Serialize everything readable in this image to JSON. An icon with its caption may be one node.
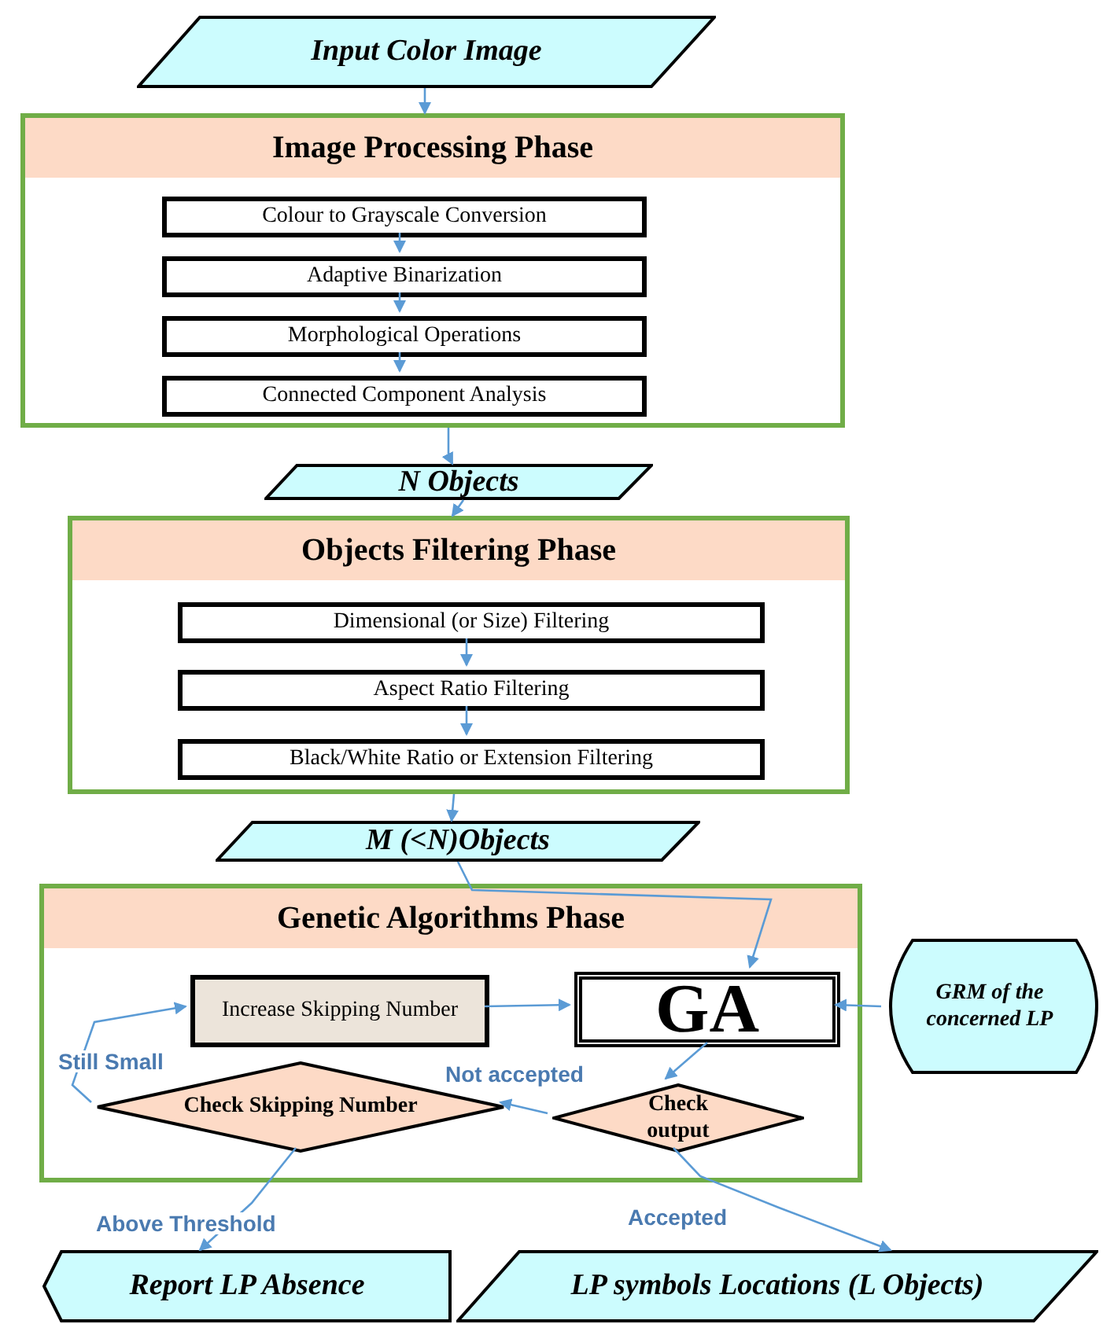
{
  "diagram": {
    "nodes": [
      {
        "text": [
          "Input Color Image"
        ]
      },
      {
        "text": [
          "Image Processing Phase"
        ]
      },
      {
        "text": [
          "Colour to Grayscale Conversion"
        ],
        "in": 1
      },
      {
        "text": [
          "Adaptive Binarization"
        ],
        "in": 1
      },
      {
        "text": [
          "Morphological Operations"
        ],
        "in": 1
      },
      {
        "text": [
          "Connected Component Analysis"
        ],
        "in": 1
      },
      {
        "text": [
          "N Objects"
        ]
      },
      {
        "text": [
          "Objects Filtering Phase"
        ]
      },
      {
        "text": [
          "Dimensional (or Size) Filtering"
        ],
        "in": 7
      },
      {
        "text": [
          "Aspect Ratio Filtering"
        ],
        "in": 7
      },
      {
        "text": [
          "Black/White Ratio or Extension Filtering"
        ],
        "in": 7
      },
      {
        "text": [
          "M (<N)Objects"
        ]
      },
      {
        "text": [
          "Genetic Algorithms Phase"
        ]
      },
      {
        "text": [
          "Increase Skipping Number"
        ],
        "in": 12
      },
      {
        "text": [
          "GA"
        ],
        "in": 12
      },
      {
        "text": [
          "Check Skipping Number"
        ],
        "in": 12
      },
      {
        "text": [
          "Check output"
        ],
        "in": 12
      },
      {
        "text": [
          "GRM of the concerned LP"
        ]
      },
      {
        "text": [
          "Report  LP Absence"
        ]
      },
      {
        "text": [
          "LP symbols Locations (L Objects)"
        ]
      }
    ],
    "edges": [
      {
        "from": 0,
        "to": 1,
        "arrow": "to"
      },
      {
        "from": 2,
        "to": 3,
        "arrow": "to"
      },
      {
        "from": 3,
        "to": 4,
        "arrow": "to"
      },
      {
        "from": 4,
        "to": 5,
        "arrow": "to"
      },
      {
        "from": 1,
        "to": 6,
        "arrow": "to"
      },
      {
        "from": 6,
        "to": 7,
        "arrow": "to"
      },
      {
        "from": 8,
        "to": 9,
        "arrow": "to"
      },
      {
        "from": 9,
        "to": 10,
        "arrow": "to"
      },
      {
        "from": 7,
        "to": 11,
        "arrow": "to"
      },
      {
        "from": 11,
        "to": 14,
        "arrow": "to"
      },
      {
        "from": 13,
        "to": 14,
        "arrow": "to"
      },
      {
        "from": 17,
        "to": 14,
        "arrow": "to"
      },
      {
        "from": 14,
        "to": 16,
        "arrow": "to"
      },
      {
        "from": 16,
        "to": 15,
        "arrow": "to",
        "label": "Not accepted"
      },
      {
        "from": 15,
        "to": 13,
        "arrow": "to",
        "label": "Still Small"
      },
      {
        "from": 15,
        "to": 18,
        "arrow": "to",
        "label": "Above Threshold"
      },
      {
        "from": 16,
        "to": 19,
        "arrow": "to",
        "label": "Accepted"
      }
    ]
  }
}
